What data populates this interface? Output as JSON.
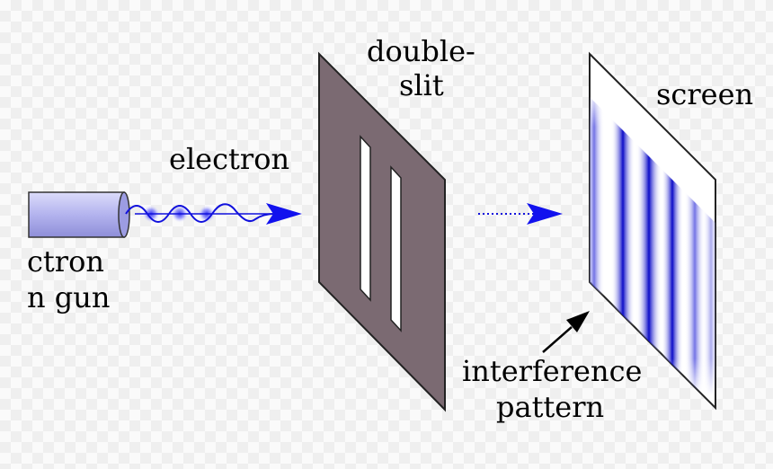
{
  "labels": {
    "double_slit_line1": "double-",
    "double_slit_line2": "slit",
    "screen": "screen",
    "electron": "electron",
    "gun_line1": "ctron",
    "gun_line2": "n gun",
    "pattern_line1": "interference",
    "pattern_line2": "pattern"
  },
  "colors": {
    "gun_fill": "#b3b3ee",
    "slit_plate": "#7b6a72",
    "beam": "#0000ff",
    "fringe": "#1a1acc"
  },
  "icons": [
    "electron-gun",
    "electron-wave",
    "double-slit-plate",
    "detection-screen",
    "interference-fringes",
    "arrow"
  ]
}
